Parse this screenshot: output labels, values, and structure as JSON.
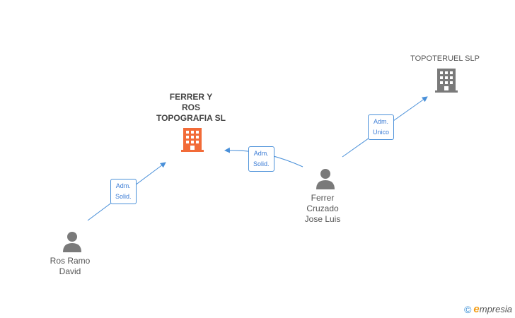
{
  "nodes": {
    "ferrer_y_ros": {
      "label": "FERRER Y\nROS\nTOPOGRAFIA SL",
      "type": "company",
      "color": "#f26b38"
    },
    "topoteruel": {
      "label": "TOPOTERUEL SLP",
      "type": "company",
      "color": "#7a7a7a"
    },
    "ferrer_cruzado": {
      "label": "Ferrer\nCruzado\nJose Luis",
      "type": "person",
      "color": "#7a7a7a"
    },
    "ros_ramo": {
      "label": "Ros Ramo\nDavid",
      "type": "person",
      "color": "#7a7a7a"
    }
  },
  "edges": {
    "ros_to_ferrer": {
      "label": "Adm.\nSolid."
    },
    "ferrer_cruzado_to_ferrer": {
      "label": "Adm.\nSolid."
    },
    "ferrer_cruzado_to_topoteruel": {
      "label": "Adm.\nUnico"
    }
  },
  "colors": {
    "edge": "#4a90d9"
  },
  "watermark": {
    "copyright": "©",
    "brand_first": "e",
    "brand_rest": "mpresia"
  }
}
